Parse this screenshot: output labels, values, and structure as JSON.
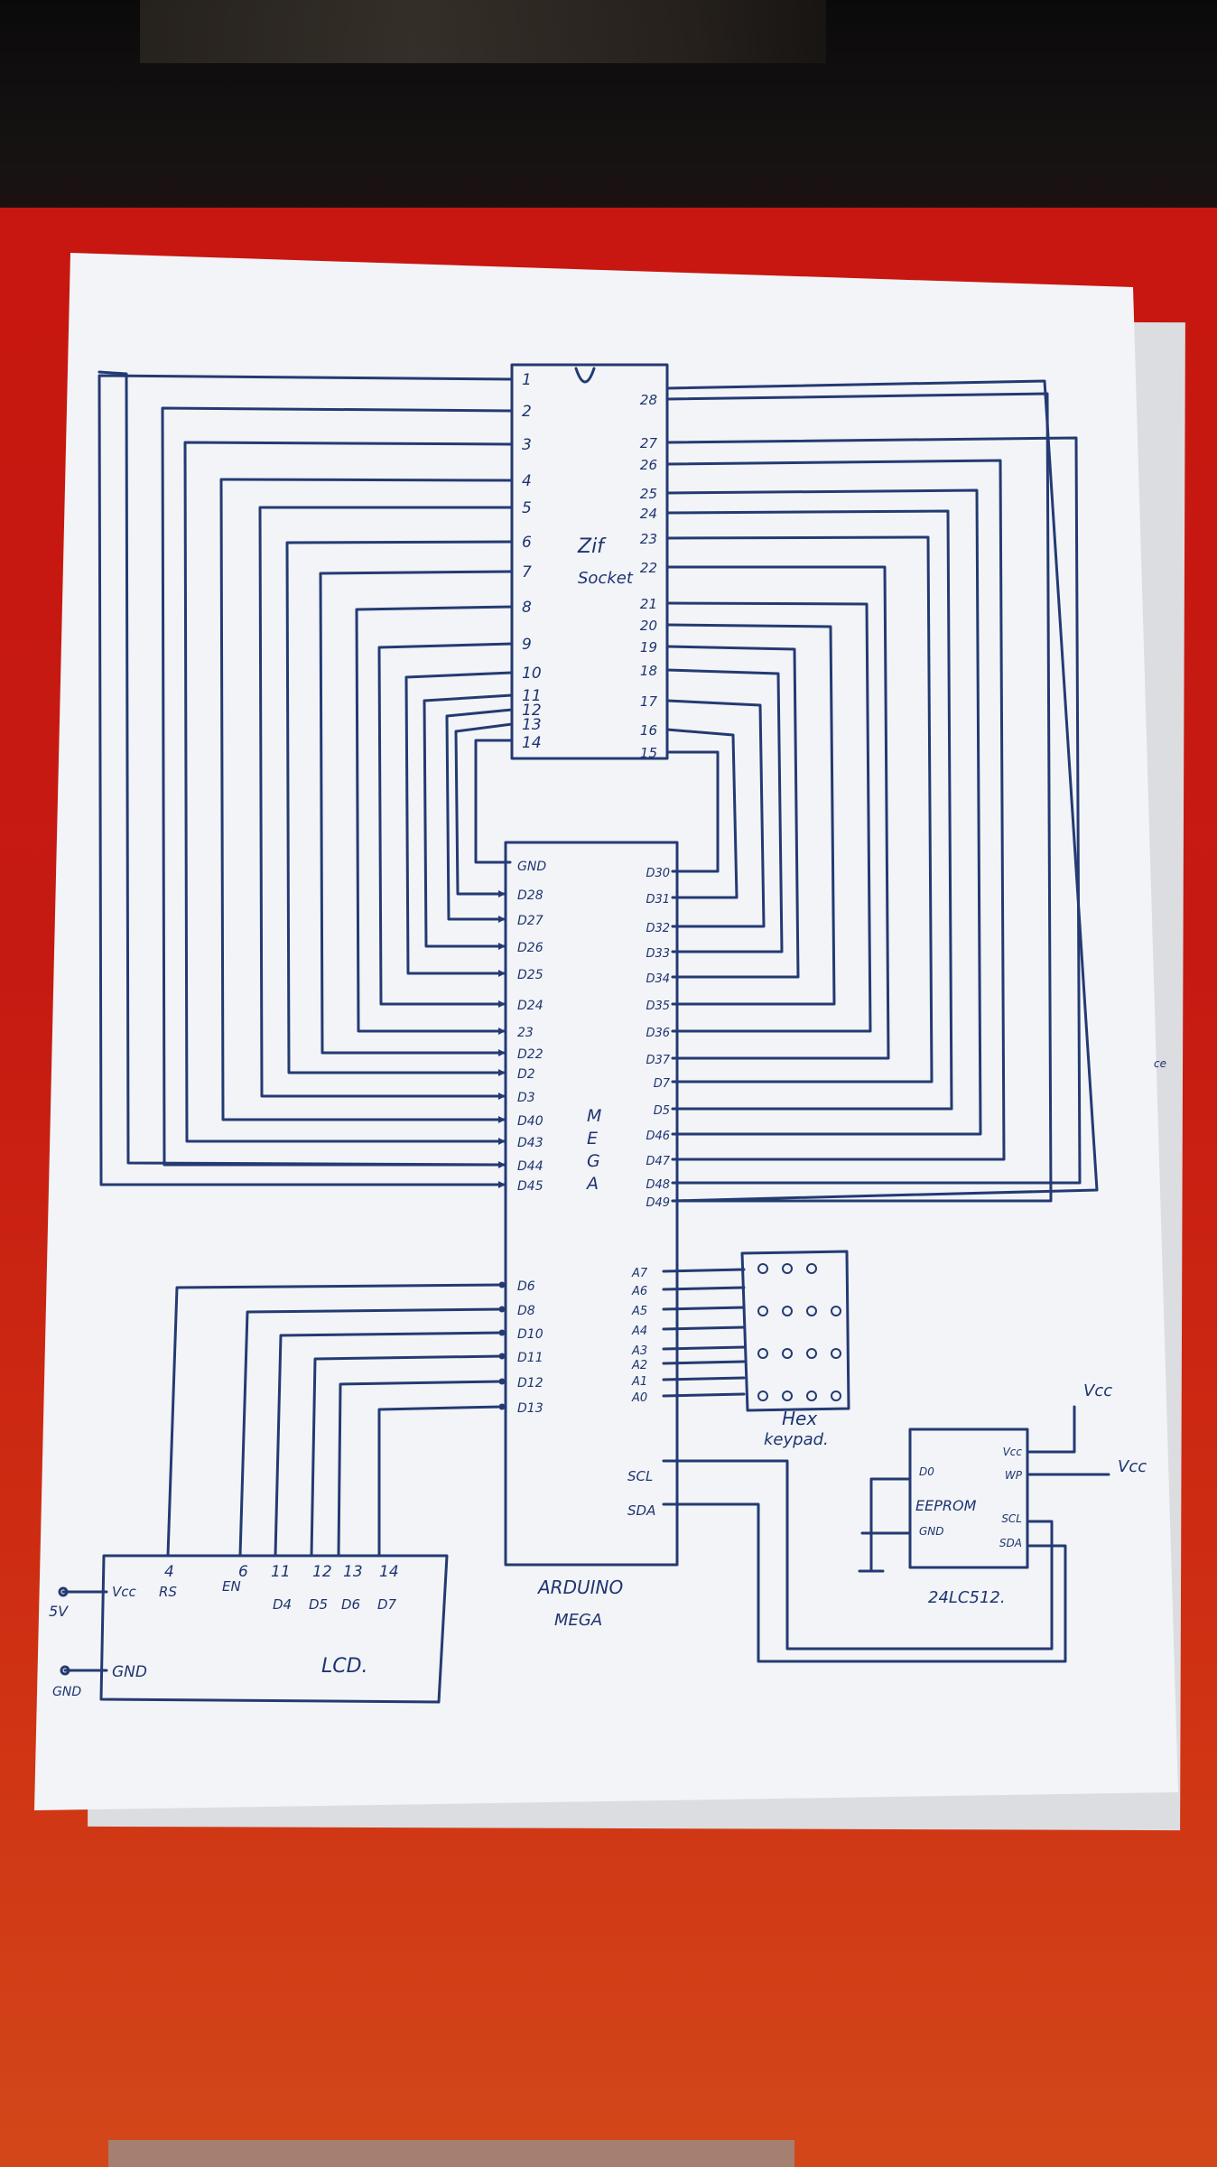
{
  "zif": {
    "label_line1": "Zif",
    "label_line2": "Socket",
    "left_pins": [
      "1",
      "2",
      "3",
      "4",
      "5",
      "6",
      "7",
      "8",
      "9",
      "10",
      "11",
      "12",
      "13",
      "14"
    ],
    "right_pins": [
      "28",
      "27",
      "26",
      "25",
      "24",
      "23",
      "22",
      "21",
      "20",
      "19",
      "18",
      "17",
      "16",
      "15"
    ]
  },
  "mega": {
    "label_letters": [
      "M",
      "E",
      "G",
      "A"
    ],
    "bottom_label_line1": "ARDUINO",
    "bottom_label_line2": "MEGA",
    "left_top_pins": [
      "GND",
      "D28",
      "D27",
      "D26",
      "D25",
      "D24",
      "23",
      "D22",
      "D2",
      "D3",
      "D40",
      "D43",
      "D44",
      "D45"
    ],
    "right_top_pins": [
      "D30",
      "D31",
      "D32",
      "D33",
      "D34",
      "D35",
      "D36",
      "D37",
      "D7",
      "D5",
      "D46",
      "D47",
      "D48",
      "D49"
    ],
    "left_bottom_pins": [
      "D6",
      "D8",
      "D10",
      "D11",
      "D12",
      "D13"
    ],
    "analog_pins": [
      "A7",
      "A6",
      "A5",
      "A4",
      "A3",
      "A2",
      "A1",
      "A0"
    ],
    "i2c_pins": [
      "SCL",
      "SDA"
    ]
  },
  "keypad": {
    "label_line1": "Hex",
    "label_line2": "keypad."
  },
  "lcd": {
    "label": "LCD.",
    "pin_numbers": [
      "4",
      "6",
      "11",
      "12",
      "13",
      "14"
    ],
    "pin_labels": [
      "Vcc",
      "RS",
      "EN",
      "D4",
      "D5",
      "D6",
      "D7"
    ],
    "gnd_label": "GND",
    "ext_5v": "5V",
    "ext_gnd": "GND"
  },
  "eeprom": {
    "label": "EEPROM",
    "part": "24LC512.",
    "left_pins": [
      "D0",
      "GND"
    ],
    "right_pins": [
      "Vcc",
      "WP",
      "SCL",
      "SDA"
    ],
    "vcc_labels": [
      "Vcc",
      "Vcc"
    ]
  },
  "colors": {
    "ink": "#243a73",
    "paper": "#f2f4f6",
    "background": "#c8160f"
  }
}
